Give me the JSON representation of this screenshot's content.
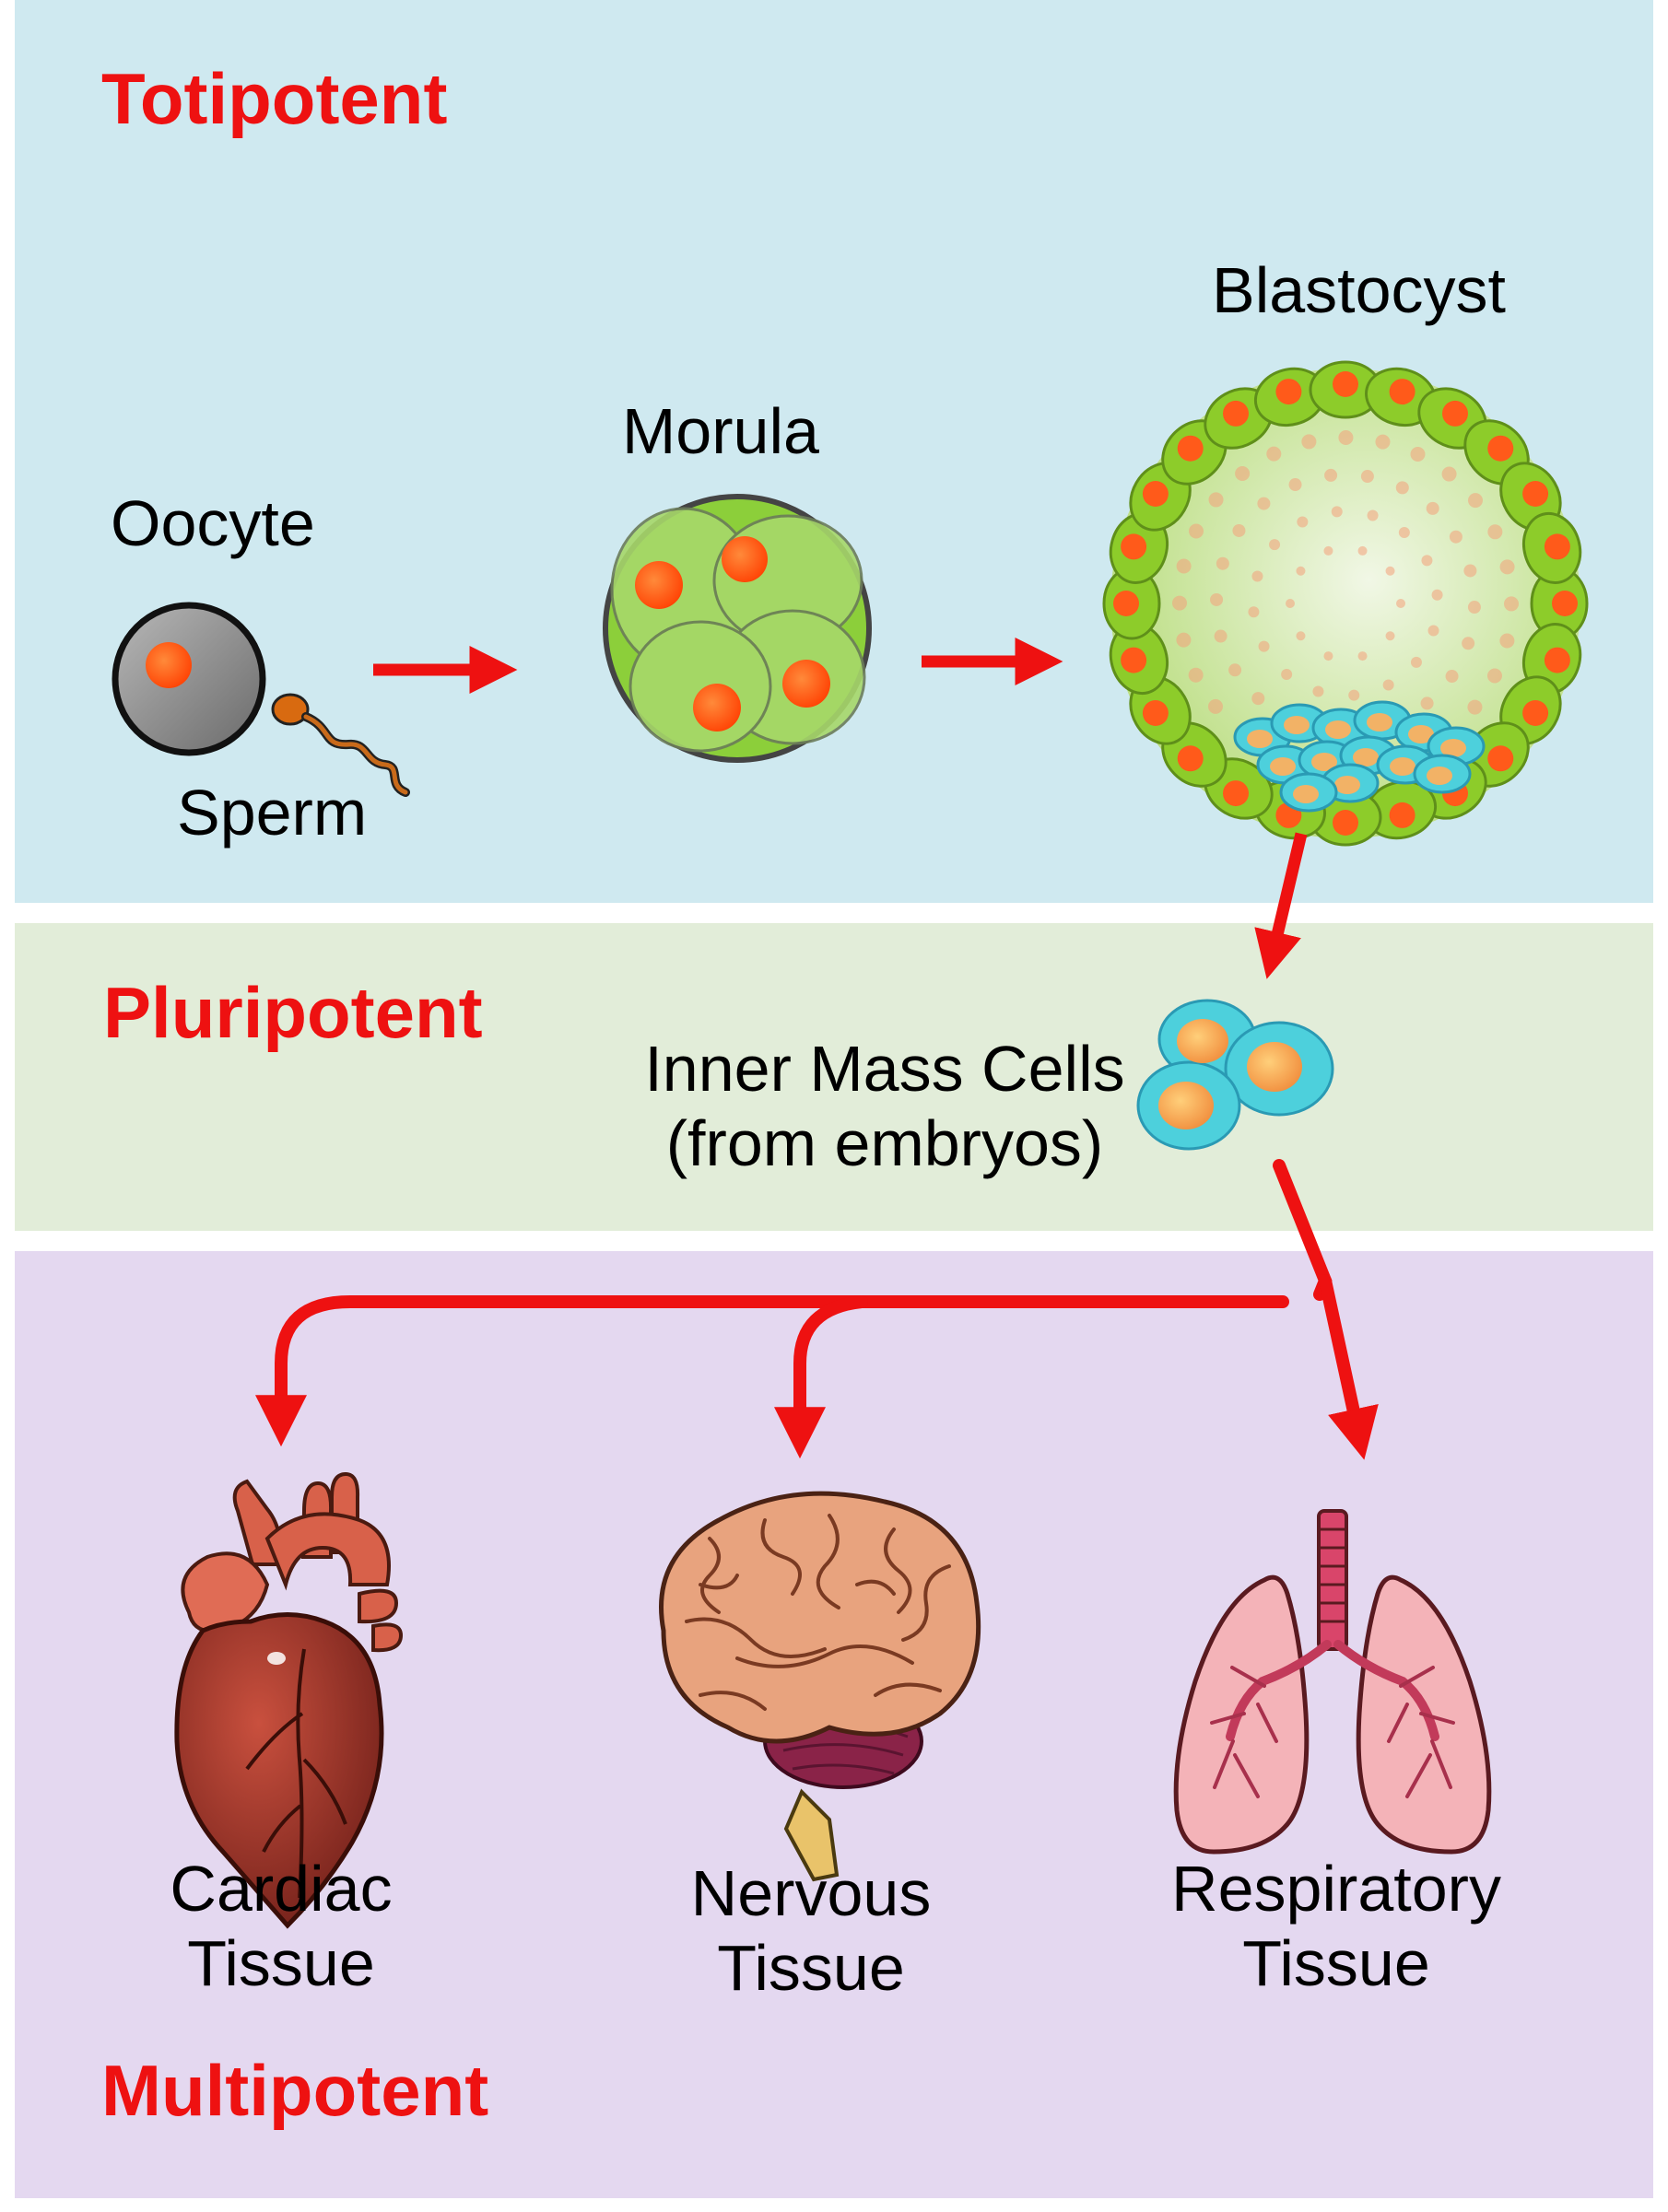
{
  "colors": {
    "totipotent_band": "#cfe9f0",
    "pluripotent_band": "#e2edd9",
    "multipotent_band": "#e4d8f0",
    "accent_red": "#ee1111",
    "cell_green": "#8dcc2a",
    "nucleus_orange": "#ff5a1a",
    "inner_cell_cyan": "#4dd0dc"
  },
  "stages": {
    "totipotent": "Totipotent",
    "pluripotent": "Pluripotent",
    "multipotent": "Multipotent"
  },
  "labels": {
    "oocyte": "Oocyte",
    "sperm": "Sperm",
    "morula": "Morula",
    "blastocyst": "Blastocyst",
    "inner_mass_line1": "Inner Mass Cells",
    "inner_mass_line2": "(from embryos)"
  },
  "tissues": [
    {
      "line1": "Cardiac",
      "line2": "Tissue",
      "icon": "heart-icon"
    },
    {
      "line1": "Nervous",
      "line2": "Tissue",
      "icon": "brain-icon"
    },
    {
      "line1": "Respiratory",
      "line2": "Tissue",
      "icon": "lungs-icon"
    }
  ]
}
